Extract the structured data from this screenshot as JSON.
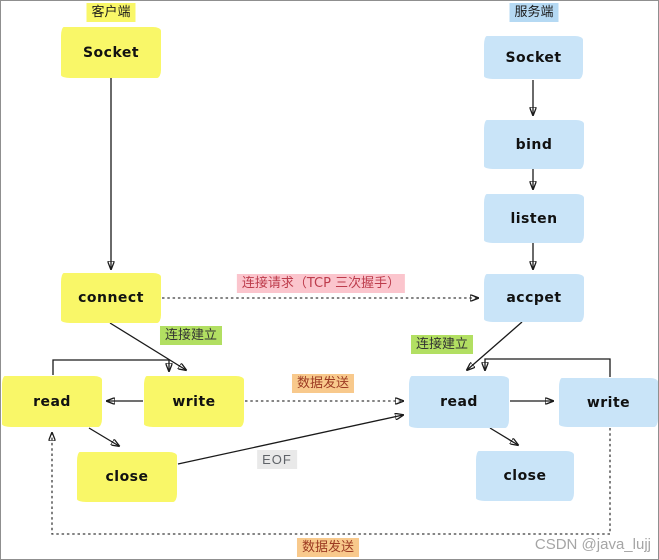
{
  "client": {
    "header": "客户端",
    "boxes": {
      "socket": "Socket",
      "connect": "connect",
      "read": "read",
      "write": "write",
      "close": "close"
    }
  },
  "server": {
    "header": "服务端",
    "boxes": {
      "socket": "Socket",
      "bind": "bind",
      "listen": "listen",
      "accept": "accpet",
      "read": "read",
      "write": "write",
      "close": "close"
    }
  },
  "labels": {
    "connection_request": "连接请求（TCP 三次握手）",
    "connection_established_client": "连接建立",
    "connection_established_server": "连接建立",
    "data_send_middle": "数据发送",
    "data_send_bottom": "数据发送",
    "eof": "EOF"
  },
  "watermark": "CSDN @java_lujj",
  "colors": {
    "client_box_bg": "#f9f768",
    "server_box_bg": "#c9e4f8",
    "client_header_bg": "#f9f768",
    "server_header_bg": "#b5d9f3",
    "pink_bg": "#fbc5cd",
    "pink_text": "#bd3c4c",
    "green_bg": "#b2df62",
    "green_text": "#333333",
    "orange_bg": "#f8c98c",
    "orange_text": "#9c3a22",
    "eof_bg": "#e9e9e9",
    "eof_text": "#5f6368",
    "watermark_text": "#a5a5a5",
    "arrow": "#1a1a1a"
  }
}
